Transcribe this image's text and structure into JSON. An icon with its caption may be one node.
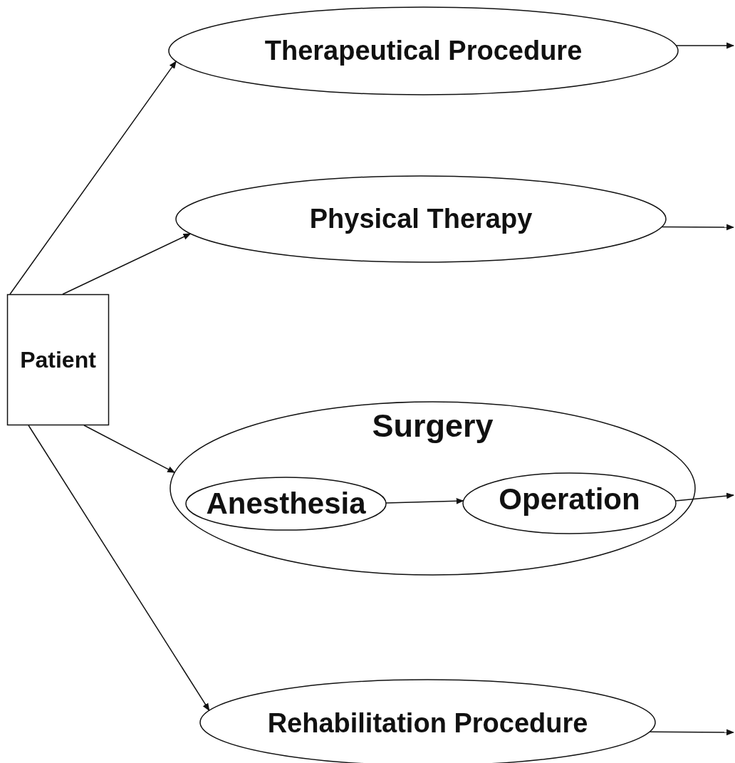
{
  "diagram": {
    "nodes": [
      {
        "text": [
          "Patient"
        ]
      },
      {
        "text": [
          "Therapeutical Procedure"
        ]
      },
      {
        "text": [
          "Physical Therapy"
        ]
      },
      {
        "text": [
          "Surgery"
        ]
      },
      {
        "text": [
          "Anesthesia"
        ],
        "in": 3
      },
      {
        "text": [
          "Operation"
        ],
        "in": 3
      },
      {
        "text": [
          "Rehabilitation Procedure"
        ]
      }
    ],
    "edges": [
      {
        "from": 0,
        "to": 1,
        "arrow": "to"
      },
      {
        "from": 0,
        "to": 2,
        "arrow": "to"
      },
      {
        "from": 0,
        "to": 3,
        "arrow": "to"
      },
      {
        "from": 0,
        "to": 6,
        "arrow": "to"
      },
      {
        "from": 4,
        "to": 5,
        "arrow": "to"
      },
      {
        "from": 1,
        "to": null,
        "arrow": "to"
      },
      {
        "from": 2,
        "to": null,
        "arrow": "to"
      },
      {
        "from": 5,
        "to": null,
        "arrow": "to"
      },
      {
        "from": 6,
        "to": null,
        "arrow": "to"
      }
    ]
  }
}
